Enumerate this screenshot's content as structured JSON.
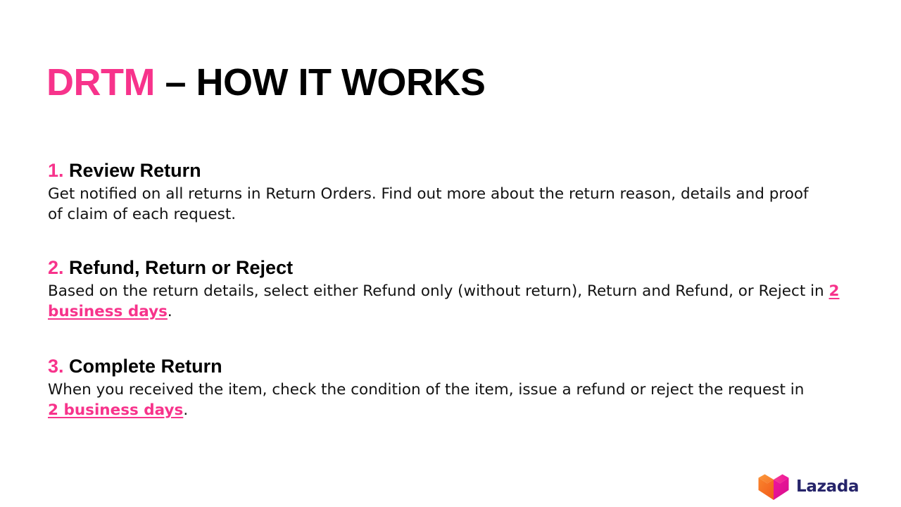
{
  "slide": {
    "title": {
      "accent": "DRTM",
      "rest": " – HOW IT WORKS"
    },
    "steps": [
      {
        "number": "1.",
        "title": "Review Return",
        "body_before": "Get notified on all returns in Return Orders. Find out more about the return reason, details and proof of claim of each request.",
        "highlight": "",
        "body_after": ""
      },
      {
        "number": "2.",
        "title": "Refund, Return or Reject",
        "body_before": "Based on the return details, select either Refund only (without return), Return and Refund, or Reject in ",
        "highlight": "2 business days",
        "body_after": "."
      },
      {
        "number": "3.",
        "title": "Complete Return",
        "body_before": "When you received the item, check the condition of the item, issue a refund or reject the request in ",
        "highlight": "2 business days",
        "body_after": "."
      }
    ],
    "logo": {
      "wordmark": "Lazada",
      "mark_icon": "lazada-heart-box-icon",
      "colors": {
        "accent_pink": "#F7338B",
        "logo_orange": "#F5691E",
        "logo_magenta": "#E6189E",
        "logo_navy": "#26246A",
        "background": "#FFFFFF",
        "body_text": "#121212"
      }
    }
  }
}
